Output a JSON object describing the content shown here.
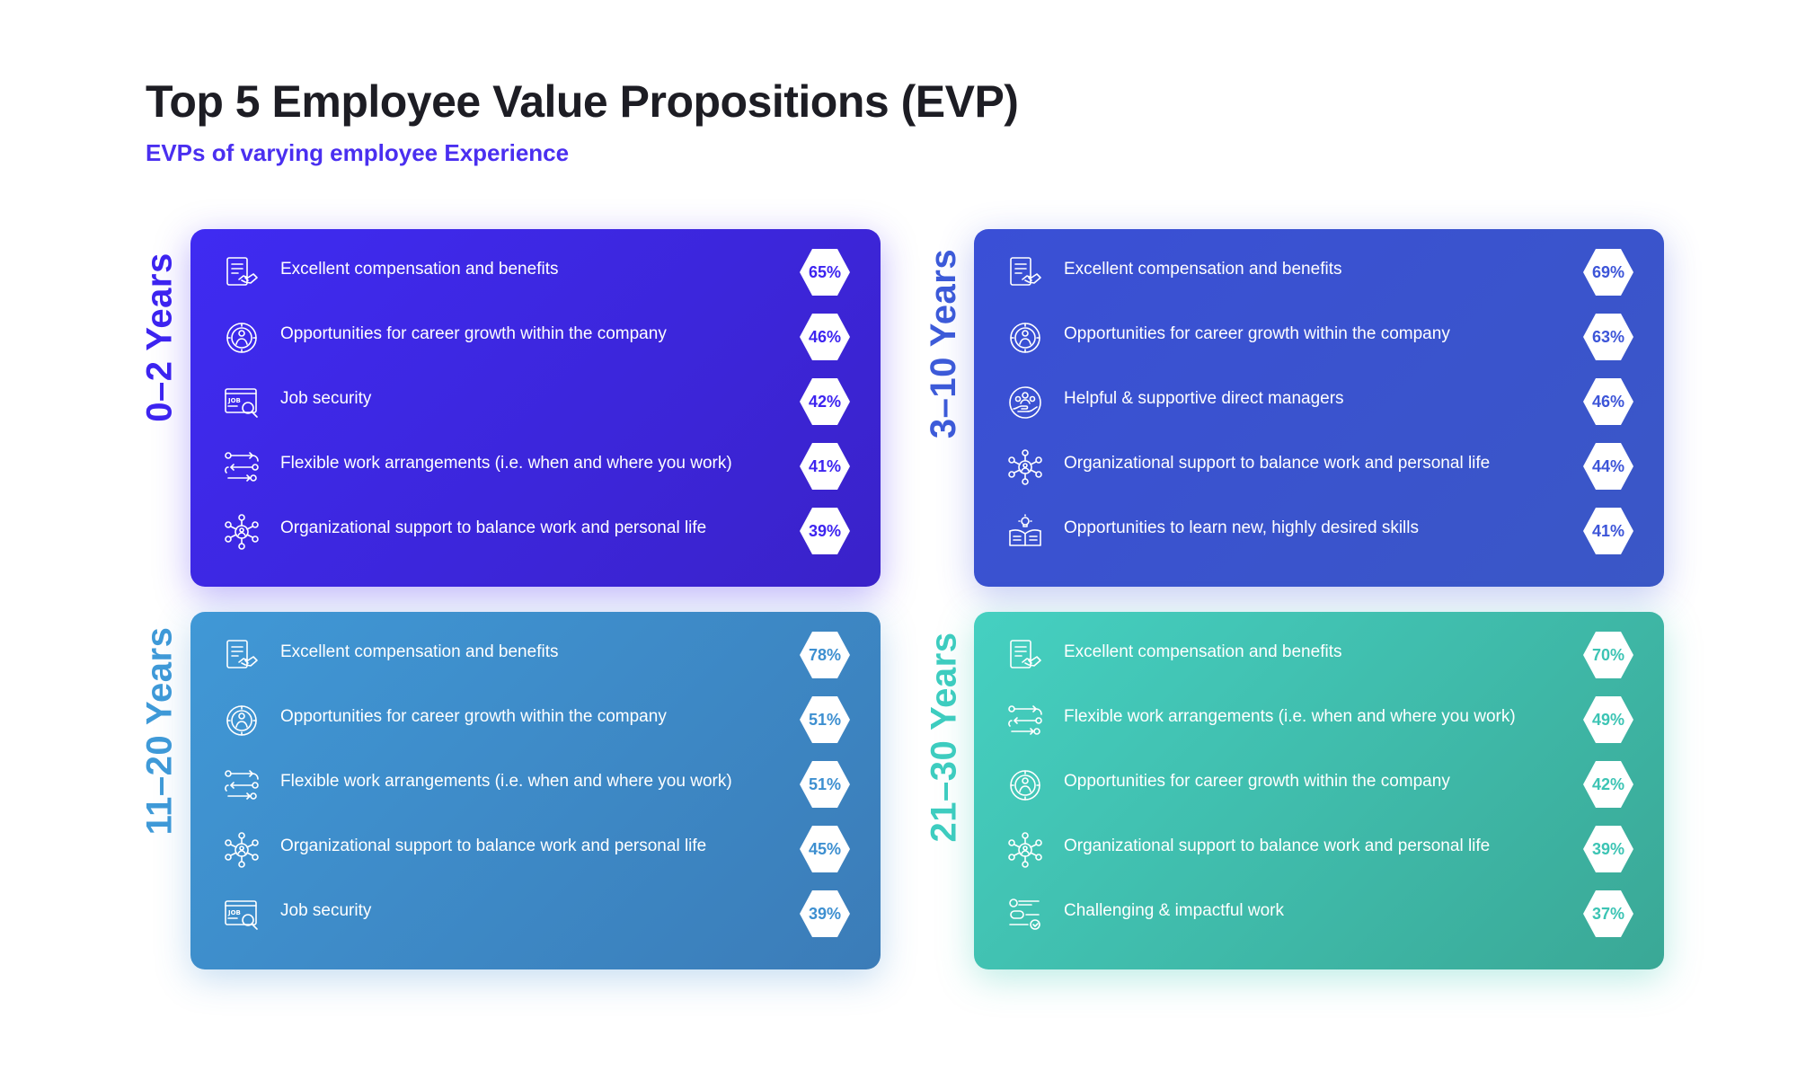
{
  "title": "Top 5 Employee Value Propositions (EVP)",
  "subtitle": "EVPs of varying employee Experience",
  "groups": [
    {
      "label": "0–2 Years",
      "label_color": "#3d24f0",
      "gradient": [
        "#3f2bf2",
        "#3a22c9"
      ],
      "badge_color": "#3d24f0",
      "items": [
        {
          "icon": "contract-handshake-icon",
          "text": "Excellent compensation and benefits",
          "value": "65%"
        },
        {
          "icon": "career-growth-icon",
          "text": "Opportunities for career growth within the company",
          "value": "46%"
        },
        {
          "icon": "job-search-icon",
          "text": "Job security",
          "value": "42%"
        },
        {
          "icon": "flexible-workflow-icon",
          "text": "Flexible work arrangements (i.e. when and where you work)",
          "value": "41%"
        },
        {
          "icon": "network-balance-icon",
          "text": "Organizational support to balance work and personal life",
          "value": "39%"
        }
      ]
    },
    {
      "label": "3–10 Years",
      "label_color": "#3d5bd9",
      "gradient": [
        "#3a4fd6",
        "#3a57c6"
      ],
      "badge_color": "#3d55d8",
      "items": [
        {
          "icon": "contract-handshake-icon",
          "text": "Excellent compensation and benefits",
          "value": "69%"
        },
        {
          "icon": "career-growth-icon",
          "text": "Opportunities for career growth within the company",
          "value": "63%"
        },
        {
          "icon": "supportive-manager-icon",
          "text": "Helpful & supportive direct managers",
          "value": "46%"
        },
        {
          "icon": "network-balance-icon",
          "text": "Organizational support to balance work and personal life",
          "value": "44%"
        },
        {
          "icon": "learning-book-icon",
          "text": "Opportunities to learn new, highly desired skills",
          "value": "41%"
        }
      ]
    },
    {
      "label": "11–20 Years",
      "label_color": "#3f9ad8",
      "gradient": [
        "#4098d6",
        "#3b7cb8"
      ],
      "badge_color": "#3d8fd0",
      "items": [
        {
          "icon": "contract-handshake-icon",
          "text": "Excellent compensation and benefits",
          "value": "78%"
        },
        {
          "icon": "career-growth-icon",
          "text": "Opportunities for career growth within the company",
          "value": "51%"
        },
        {
          "icon": "flexible-workflow-icon",
          "text": "Flexible work arrangements (i.e. when and where you work)",
          "value": "51%"
        },
        {
          "icon": "network-balance-icon",
          "text": "Organizational support to balance work and personal life",
          "value": "45%"
        },
        {
          "icon": "job-search-icon",
          "text": "Job security",
          "value": "39%"
        }
      ]
    },
    {
      "label": "21–30 Years",
      "label_color": "#3ecdc0",
      "gradient": [
        "#45d0c1",
        "#3aa896"
      ],
      "badge_color": "#3cc4b4",
      "items": [
        {
          "icon": "contract-handshake-icon",
          "text": "Excellent compensation and benefits",
          "value": "70%"
        },
        {
          "icon": "flexible-workflow-icon",
          "text": "Flexible work arrangements (i.e. when and where you work)",
          "value": "49%"
        },
        {
          "icon": "career-growth-icon",
          "text": "Opportunities for career growth within the company",
          "value": "42%"
        },
        {
          "icon": "network-balance-icon",
          "text": "Organizational support to balance work and personal life",
          "value": "39%"
        },
        {
          "icon": "challenging-work-icon",
          "text": "Challenging & impactful work",
          "value": "37%"
        }
      ]
    }
  ]
}
